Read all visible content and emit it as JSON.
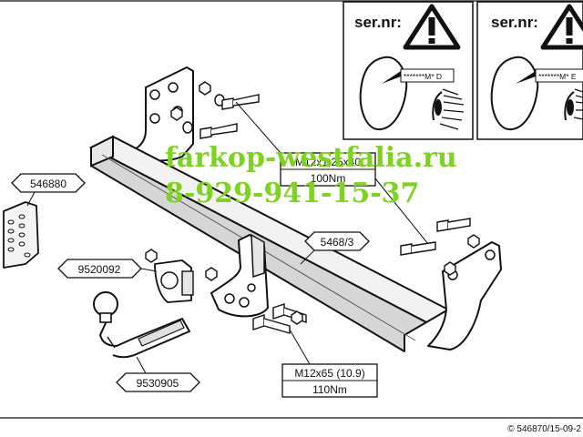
{
  "labels": {
    "ser_nr_left": "ser.nr:",
    "ser_nr_right": "ser.nr:",
    "serial_left": "*******M* D",
    "serial_right": "*******M* E",
    "callout_546880": "546880",
    "callout_9520092": "9520092",
    "callout_9530905": "9530905",
    "callout_5468_3": "5468/3",
    "bolt_top_spec": "M12x1,25x40",
    "bolt_top_torque": "100Nm",
    "bolt_bottom_spec": "M12x65 (10.9)",
    "bolt_bottom_torque": "110Nm",
    "footer": "© 546870/15-09-2"
  },
  "watermark": {
    "site": "farkop-westfalia.ru",
    "phone": "8-929-941-15-37",
    "color": "#7ed321"
  },
  "colors": {
    "line": "#111111",
    "tube_fill": "#d6d6d6",
    "warning_fill": "#ffffff"
  },
  "icons": [
    "warning-triangle-icon",
    "eye-icon"
  ]
}
